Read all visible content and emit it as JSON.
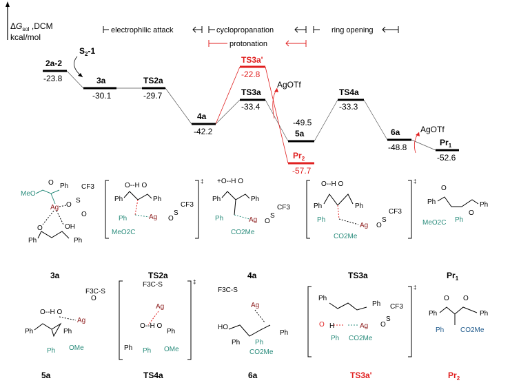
{
  "axis": {
    "quantity_prefix": "Δ",
    "quantity_symbol": "G",
    "quantity_subscript": "sol",
    "quantity_suffix": " ,DCM",
    "unit": "kcal/mol"
  },
  "phases": [
    "electrophilic attack",
    "cyclopropanation",
    "ring opening",
    "protonation"
  ],
  "levels": [
    {
      "name": "2a-2",
      "energy": "-23.8",
      "value": -23.8
    },
    {
      "name": "3a",
      "energy": "-30.1",
      "value": -30.1
    },
    {
      "name": "TS2a",
      "energy": "-29.7",
      "value": -29.7
    },
    {
      "name": "4a",
      "energy": "-42.2",
      "value": -42.2
    },
    {
      "name": "TS3a'",
      "energy": "-22.8",
      "value": -22.8
    },
    {
      "name": "TS3a",
      "energy": "-33.4",
      "value": -33.4
    },
    {
      "name": "5a",
      "energy": "-49.5",
      "value": -49.5
    },
    {
      "name": "Pr",
      "sub": "2",
      "energy": "-57.7",
      "value": -57.7
    },
    {
      "name": "TS4a",
      "energy": "-33.3",
      "value": -33.3
    },
    {
      "name": "6a",
      "energy": "-48.8",
      "value": -48.8
    },
    {
      "name": "Pr",
      "sub": "1",
      "energy": "-52.6",
      "value": -52.6
    }
  ],
  "reagents": {
    "s2_main": "S",
    "s2_sub": "2",
    "s2_suffix": "-1",
    "agotf": "AgOTf"
  },
  "structures": [
    "3a",
    "TS2a",
    "4a",
    "TS3a",
    {
      "name": "Pr",
      "sub": "1"
    },
    "5a",
    "TS4a",
    "6a",
    "TS3a'",
    {
      "name": "Pr",
      "sub": "2"
    }
  ],
  "chem": {
    "ph": "Ph",
    "o": "O",
    "s": "S",
    "h": "H",
    "ag": "Ag",
    "oh": "OH",
    "ho": "HO",
    "oh_bridge": "O--H  O",
    "oh_plus": "+O--H  O",
    "cf3": "CF3",
    "f3cs": "F3C-S",
    "meo": "MeO",
    "meo2c": "MeO2C",
    "co2me": "CO2Me",
    "ome": "OMe",
    "dagger": "‡"
  },
  "colors": {
    "highlight": "#e02020",
    "teal": "#2a8c7c",
    "silver": "#8b1a1a",
    "blue": "#1f5a8c"
  }
}
